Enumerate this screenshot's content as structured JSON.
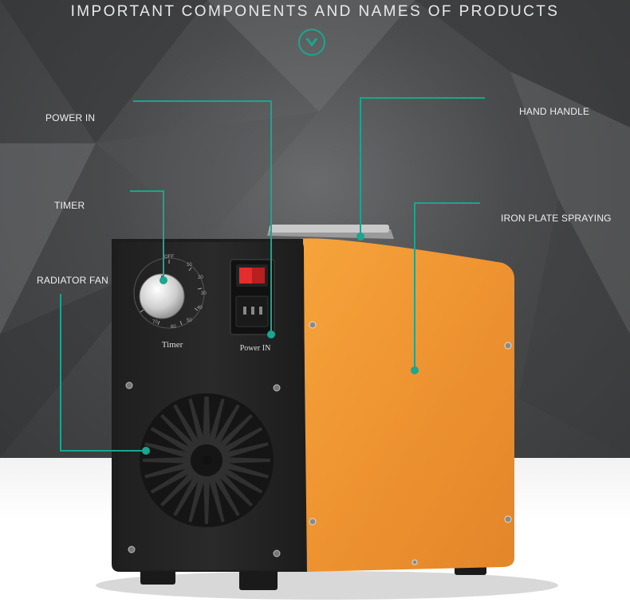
{
  "header": {
    "title": "IMPORTANT COMPONENTS AND NAMES OF PRODUCTS"
  },
  "callouts": {
    "power_in": "POWER IN",
    "timer": "TIMER",
    "radiator_fan": "RADIATOR FAN",
    "hand_handle": "HAND HANDLE",
    "iron_plate_spraying": "IRON PLATE SPRAYING"
  },
  "panel": {
    "timer_caption": "Timer",
    "power_caption": "Power IN",
    "dial_off": "OFF",
    "dial_marks": [
      "10",
      "20",
      "30",
      "40",
      "50",
      "60",
      "70"
    ]
  },
  "colors": {
    "accent": "#1aa68f",
    "body_orange": "#f0952f",
    "panel_black": "#222222"
  }
}
